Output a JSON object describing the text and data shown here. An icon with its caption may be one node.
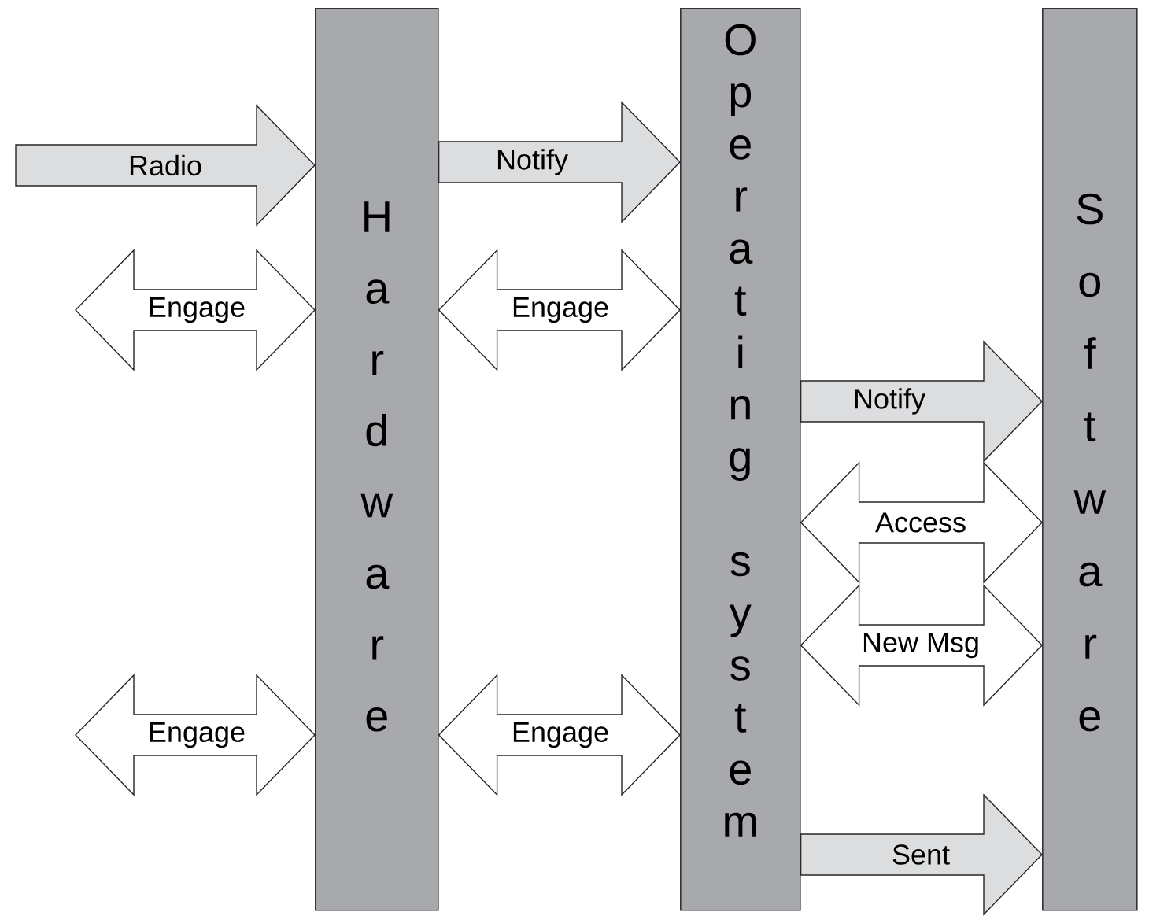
{
  "diagram": {
    "nodes": [
      {
        "text": [
          "Hardware"
        ]
      },
      {
        "text": [
          "Operating system"
        ]
      },
      {
        "text": [
          "Software"
        ]
      }
    ],
    "edges": [
      {
        "from": null,
        "to": 0,
        "arrow": "to",
        "label": "Radio",
        "color": "#dcdddf"
      },
      {
        "from": 0,
        "to": 1,
        "arrow": "to",
        "label": "Notify",
        "color": "#dcdddf"
      },
      {
        "from": null,
        "to": 0,
        "arrow": "both",
        "label": "Engage"
      },
      {
        "from": 0,
        "to": 1,
        "arrow": "both",
        "label": "Engage"
      },
      {
        "from": 1,
        "to": 2,
        "arrow": "to",
        "label": "Notify",
        "color": "#dcdddf"
      },
      {
        "from": 1,
        "to": 2,
        "arrow": "both",
        "label": "Access"
      },
      {
        "from": 1,
        "to": 2,
        "arrow": "both",
        "label": "New Msg"
      },
      {
        "from": null,
        "to": 0,
        "arrow": "both",
        "label": "Engage"
      },
      {
        "from": 0,
        "to": 1,
        "arrow": "both",
        "label": "Engage"
      },
      {
        "from": 1,
        "to": 2,
        "arrow": "to",
        "label": "Sent",
        "color": "#dcdddf"
      }
    ]
  }
}
